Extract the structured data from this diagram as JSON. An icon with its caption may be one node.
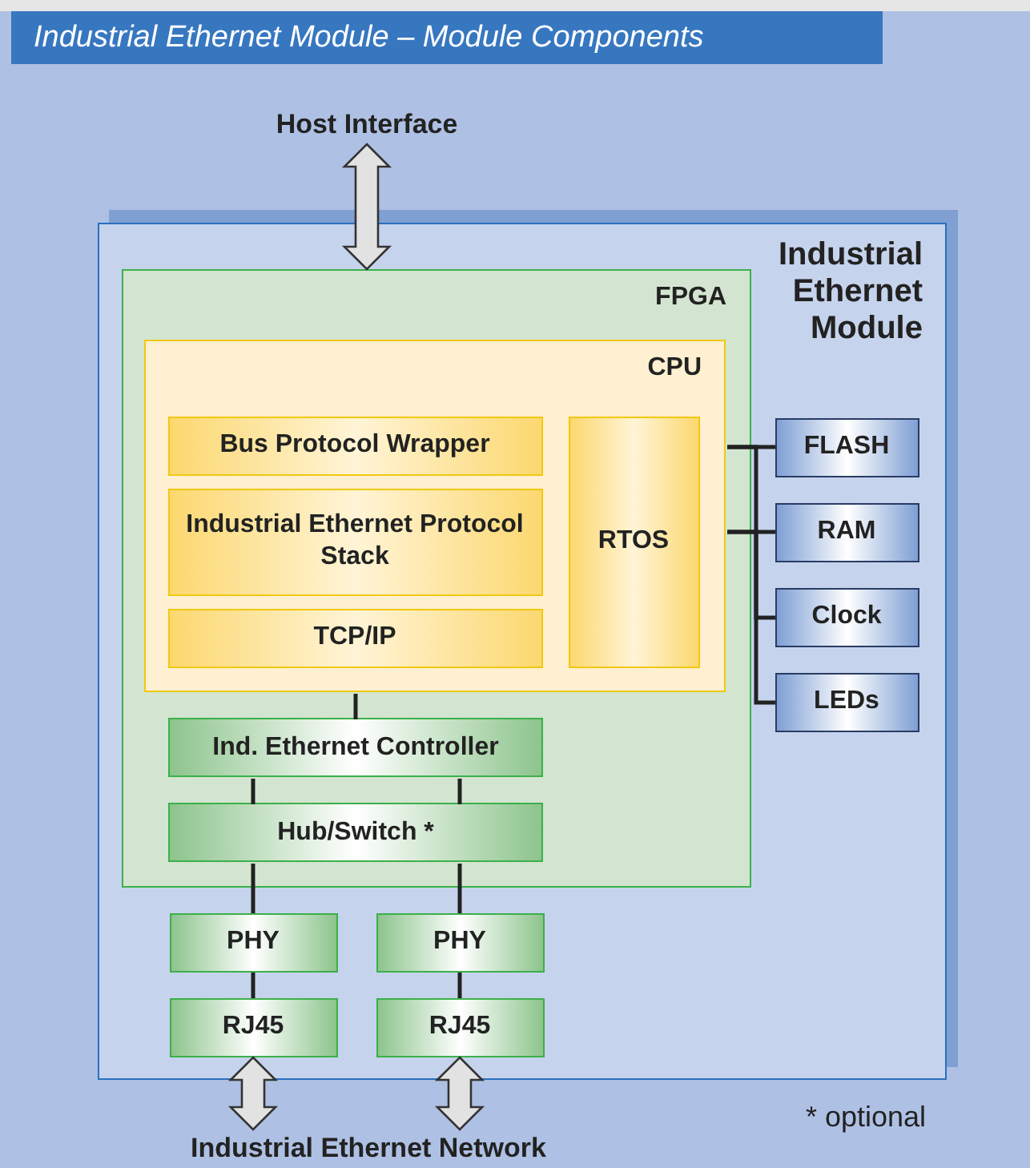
{
  "diagram": {
    "title": "Industrial Ethernet Module – Module Components",
    "nodes": [
      {
        "text": [
          "Host Interface"
        ]
      },
      {
        "text": [
          "Industrial Ethernet Module"
        ]
      },
      {
        "text": [
          "FPGA"
        ],
        "in": 1
      },
      {
        "text": [
          "CPU"
        ],
        "in": 2
      },
      {
        "text": [
          "Bus Protocol Wrapper"
        ],
        "in": 3
      },
      {
        "text": [
          "Industrial Ethernet Protocol Stack"
        ],
        "in": 3
      },
      {
        "text": [
          "TCP/IP"
        ],
        "in": 3
      },
      {
        "text": [
          "RTOS"
        ],
        "in": 3
      },
      {
        "text": [
          "FLASH"
        ],
        "in": 1
      },
      {
        "text": [
          "RAM"
        ],
        "in": 1
      },
      {
        "text": [
          "Clock"
        ],
        "in": 1
      },
      {
        "text": [
          "LEDs"
        ],
        "in": 1
      },
      {
        "text": [
          "Ind. Ethernet Controller"
        ],
        "in": 2
      },
      {
        "text": [
          "Hub/Switch *"
        ],
        "in": 2
      },
      {
        "text": [
          "PHY"
        ],
        "in": 1
      },
      {
        "text": [
          "PHY"
        ],
        "in": 1
      },
      {
        "text": [
          "RJ45"
        ],
        "in": 1
      },
      {
        "text": [
          "RJ45"
        ],
        "in": 1
      },
      {
        "text": [
          "Industrial Ethernet Network"
        ]
      }
    ],
    "edges": [
      {
        "from": 0,
        "to": 2,
        "arrow": "both",
        "style": "thick"
      },
      {
        "from": 3,
        "to": 8,
        "arrow": "none"
      },
      {
        "from": 3,
        "to": 9,
        "arrow": "none"
      },
      {
        "from": 3,
        "to": 10,
        "arrow": "none"
      },
      {
        "from": 3,
        "to": 11,
        "arrow": "none"
      },
      {
        "from": 3,
        "to": 12,
        "arrow": "none"
      },
      {
        "from": 12,
        "to": 13,
        "arrow": "none"
      },
      {
        "from": 12,
        "to": 13,
        "arrow": "none"
      },
      {
        "from": 13,
        "to": 14,
        "arrow": "none"
      },
      {
        "from": 13,
        "to": 15,
        "arrow": "none"
      },
      {
        "from": 14,
        "to": 16,
        "arrow": "none"
      },
      {
        "from": 15,
        "to": 17,
        "arrow": "none"
      },
      {
        "from": 16,
        "to": 18,
        "arrow": "both",
        "style": "thick"
      },
      {
        "from": 17,
        "to": 18,
        "arrow": "both",
        "style": "thick"
      }
    ],
    "labels": [
      "* optional"
    ]
  }
}
